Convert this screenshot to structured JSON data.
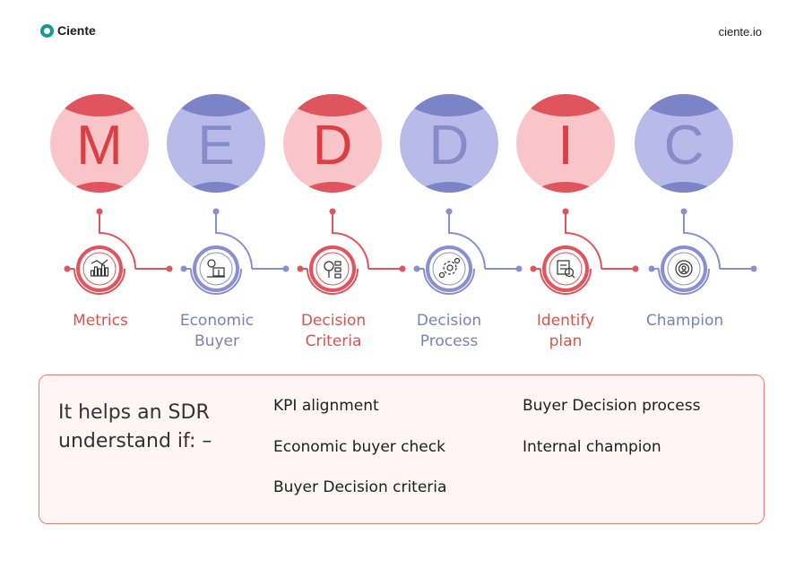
{
  "header": {
    "brand": "Ciente",
    "site": "ciente.io"
  },
  "medic": [
    {
      "letter": "M",
      "label_1": "Metrics",
      "label_2": "",
      "theme": "red",
      "icon": "bar-chart-icon"
    },
    {
      "letter": "E",
      "label_1": "Economic",
      "label_2": "Buyer",
      "theme": "blue",
      "icon": "money-growth-icon"
    },
    {
      "letter": "D",
      "label_1": "Decision",
      "label_2": "Criteria",
      "theme": "red",
      "icon": "criteria-checklist-icon"
    },
    {
      "letter": "D",
      "label_1": "Decision",
      "label_2": "Process",
      "theme": "blue",
      "icon": "process-gear-icon"
    },
    {
      "letter": "I",
      "label_1": "Identify",
      "label_2": "plan",
      "theme": "red",
      "icon": "plan-search-icon"
    },
    {
      "letter": "C",
      "label_1": "Champion",
      "label_2": "",
      "theme": "blue",
      "icon": "champion-badge-icon"
    }
  ],
  "colors": {
    "red_dark": "#e0545d",
    "red_light": "#f9c5c9",
    "red_letter": "#da3f46",
    "blue_dark": "#7d83c7",
    "blue_light": "#b8bbea",
    "blue_letter": "#878cc9"
  },
  "info": {
    "intro_line_1": "It helps an SDR",
    "intro_line_2": "understand if: –",
    "points": [
      "KPI alignment",
      "Economic buyer check",
      "Buyer Decision criteria",
      "Buyer Decision process",
      "Internal champion"
    ]
  }
}
